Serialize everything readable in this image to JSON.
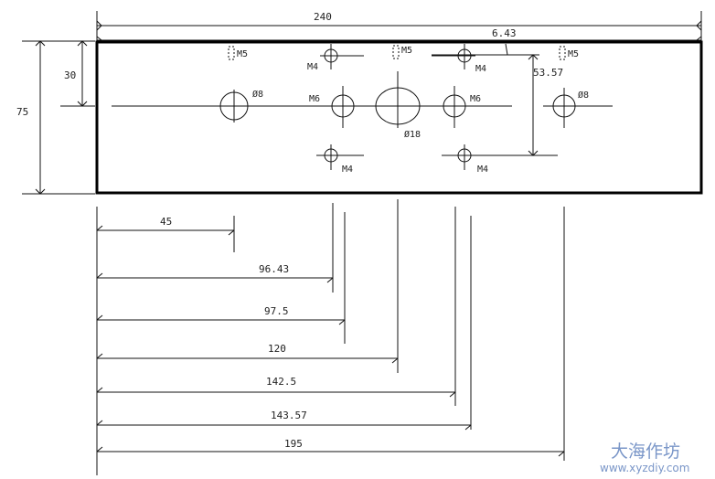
{
  "dimensions": {
    "overall_width": "240",
    "offset_small": "6.43",
    "overall_height": "75",
    "half_height": "30",
    "vertical_offset": "53.57",
    "baseline": [
      {
        "id": "d45",
        "text": "45"
      },
      {
        "id": "d9643",
        "text": "96.43"
      },
      {
        "id": "d975",
        "text": "97.5"
      },
      {
        "id": "d120",
        "text": "120"
      },
      {
        "id": "d1425",
        "text": "142.5"
      },
      {
        "id": "d14357",
        "text": "143.57"
      },
      {
        "id": "d195",
        "text": "195"
      }
    ]
  },
  "holes": {
    "m5_left": "M5",
    "m5_mid": "M5",
    "m5_right": "M5",
    "m4_top_left": "M4",
    "m4_top_right": "M4",
    "m6_left": "M6",
    "m6_right": "M6",
    "d8_left": "Ø8",
    "d8_right": "Ø8",
    "d18_center": "Ø18",
    "m4_bottom_left": "M4",
    "m4_bottom_right": "M4"
  },
  "watermark": {
    "name": "大海作坊",
    "url": "www.xyzdiy.com"
  }
}
